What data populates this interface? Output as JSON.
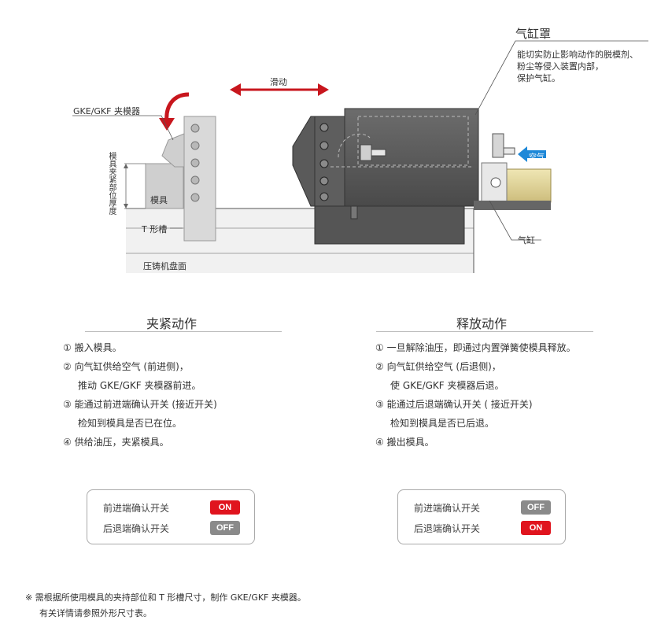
{
  "diagram": {
    "cover_title": "气缸罩",
    "cover_desc": [
      "能切实防止影响动作的脱模剂、",
      "粉尘等侵入装置内部，",
      "保护气缸。"
    ],
    "slide_label": "滑动",
    "clamp_label": "GKE/GKF 夹模器",
    "thickness_label": "模具夹紧部位厚度",
    "mold_label": "模具",
    "tslot_label": "T 形槽",
    "platen_label": "压铸机盘面",
    "air_label": "空气",
    "cylinder_label": "气缸"
  },
  "clamp_section": {
    "title": "夹紧动作",
    "steps": [
      {
        "text": "① 搬入模具。"
      },
      {
        "text": "② 向气缸供给空气 (前进侧)，",
        "cont": "推动 GKE/GKF 夹模器前进。"
      },
      {
        "text": "③ 能通过前进端确认开关 (接近开关)",
        "cont": "检知到模具是否已在位。"
      },
      {
        "text": "④ 供给油压，夹紧模具。"
      }
    ],
    "switches": [
      {
        "label": "前进端确认开关",
        "state": "ON",
        "color": "#e0141e"
      },
      {
        "label": "后退端确认开关",
        "state": "OFF",
        "color": "#8a8a8a"
      }
    ]
  },
  "release_section": {
    "title": "释放动作",
    "steps": [
      {
        "text": "① 一旦解除油压，即通过内置弹簧使模具释放。"
      },
      {
        "text": "② 向气缸供给空气 (后退侧)，",
        "cont": "使 GKE/GKF 夹模器后退。"
      },
      {
        "text": "③ 能通过后退端确认开关 ( 接近开关)",
        "cont": "检知到模具是否已后退。"
      },
      {
        "text": "④ 搬出模具。"
      }
    ],
    "switches": [
      {
        "label": "前进端确认开关",
        "state": "OFF",
        "color": "#8a8a8a"
      },
      {
        "label": "后退端确认开关",
        "state": "ON",
        "color": "#e0141e"
      }
    ]
  },
  "footnote": {
    "line1": "※  需根据所使用模具的夹持部位和 T 形槽尺寸，制作 GKE/GKF 夹模器。",
    "line2": "有关详情请参照外形尺寸表。"
  },
  "colors": {
    "accent_red": "#c8161d",
    "air_blue": "#1e88d8",
    "switch_on": "#e0141e",
    "switch_off": "#8a8a8a"
  }
}
